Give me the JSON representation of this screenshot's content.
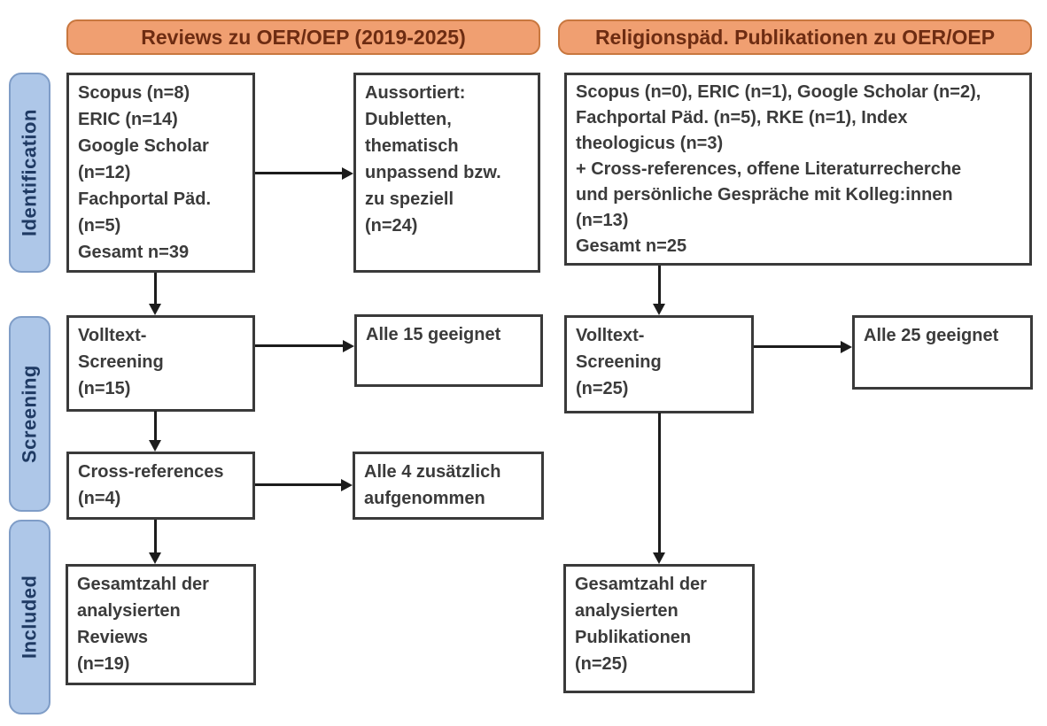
{
  "headers": {
    "left": "Reviews zu OER/OEP (2019-2025)",
    "right": "Religionspäd. Publikationen zu OER/OEP"
  },
  "stages": {
    "identification": "Identification",
    "screening": "Screening",
    "included": "Included"
  },
  "boxes": {
    "left_sources": "Scopus (n=8)\nERIC (n=14)\nGoogle Scholar\n(n=12)\nFachportal Päd.\n(n=5)\nGesamt n=39",
    "left_excluded": "Aussortiert:\nDubletten,\nthematisch\nunpassend bzw.\nzu speziell\n(n=24)",
    "left_fulltext": "Volltext-\nScreening\n(n=15)",
    "left_fulltext_result": "Alle 15 geeignet",
    "left_crossref": "Cross-references\n(n=4)",
    "left_crossref_result": "Alle 4 zusätzlich\naufgenommen",
    "left_included": "Gesamtzahl der\nanalysierten\nReviews\n(n=19)",
    "right_sources": "Scopus (n=0), ERIC (n=1), Google Scholar (n=2),\nFachportal Päd. (n=5), RKE (n=1), Index\ntheologicus (n=3)\n+ Cross-references, offene Literaturrecherche\nund persönliche Gespräche mit Kolleg:innen\n(n=13)\nGesamt n=25",
    "right_fulltext": "Volltext-\nScreening\n(n=25)",
    "right_fulltext_result": "Alle 25 geeignet",
    "right_included": "Gesamtzahl der\nanalysierten\nPublikationen\n(n=25)"
  },
  "colors": {
    "header_fill": "#f09f71",
    "header_border": "#c8773f",
    "header_text": "#6d2c12",
    "stage_fill": "#aec7e8",
    "stage_border": "#7f9dc7",
    "stage_text": "#1f3a63",
    "box_border": "#3a3a3a",
    "box_text": "#3b3b3b",
    "arrow": "#1c1c1c",
    "background": "#ffffff"
  }
}
